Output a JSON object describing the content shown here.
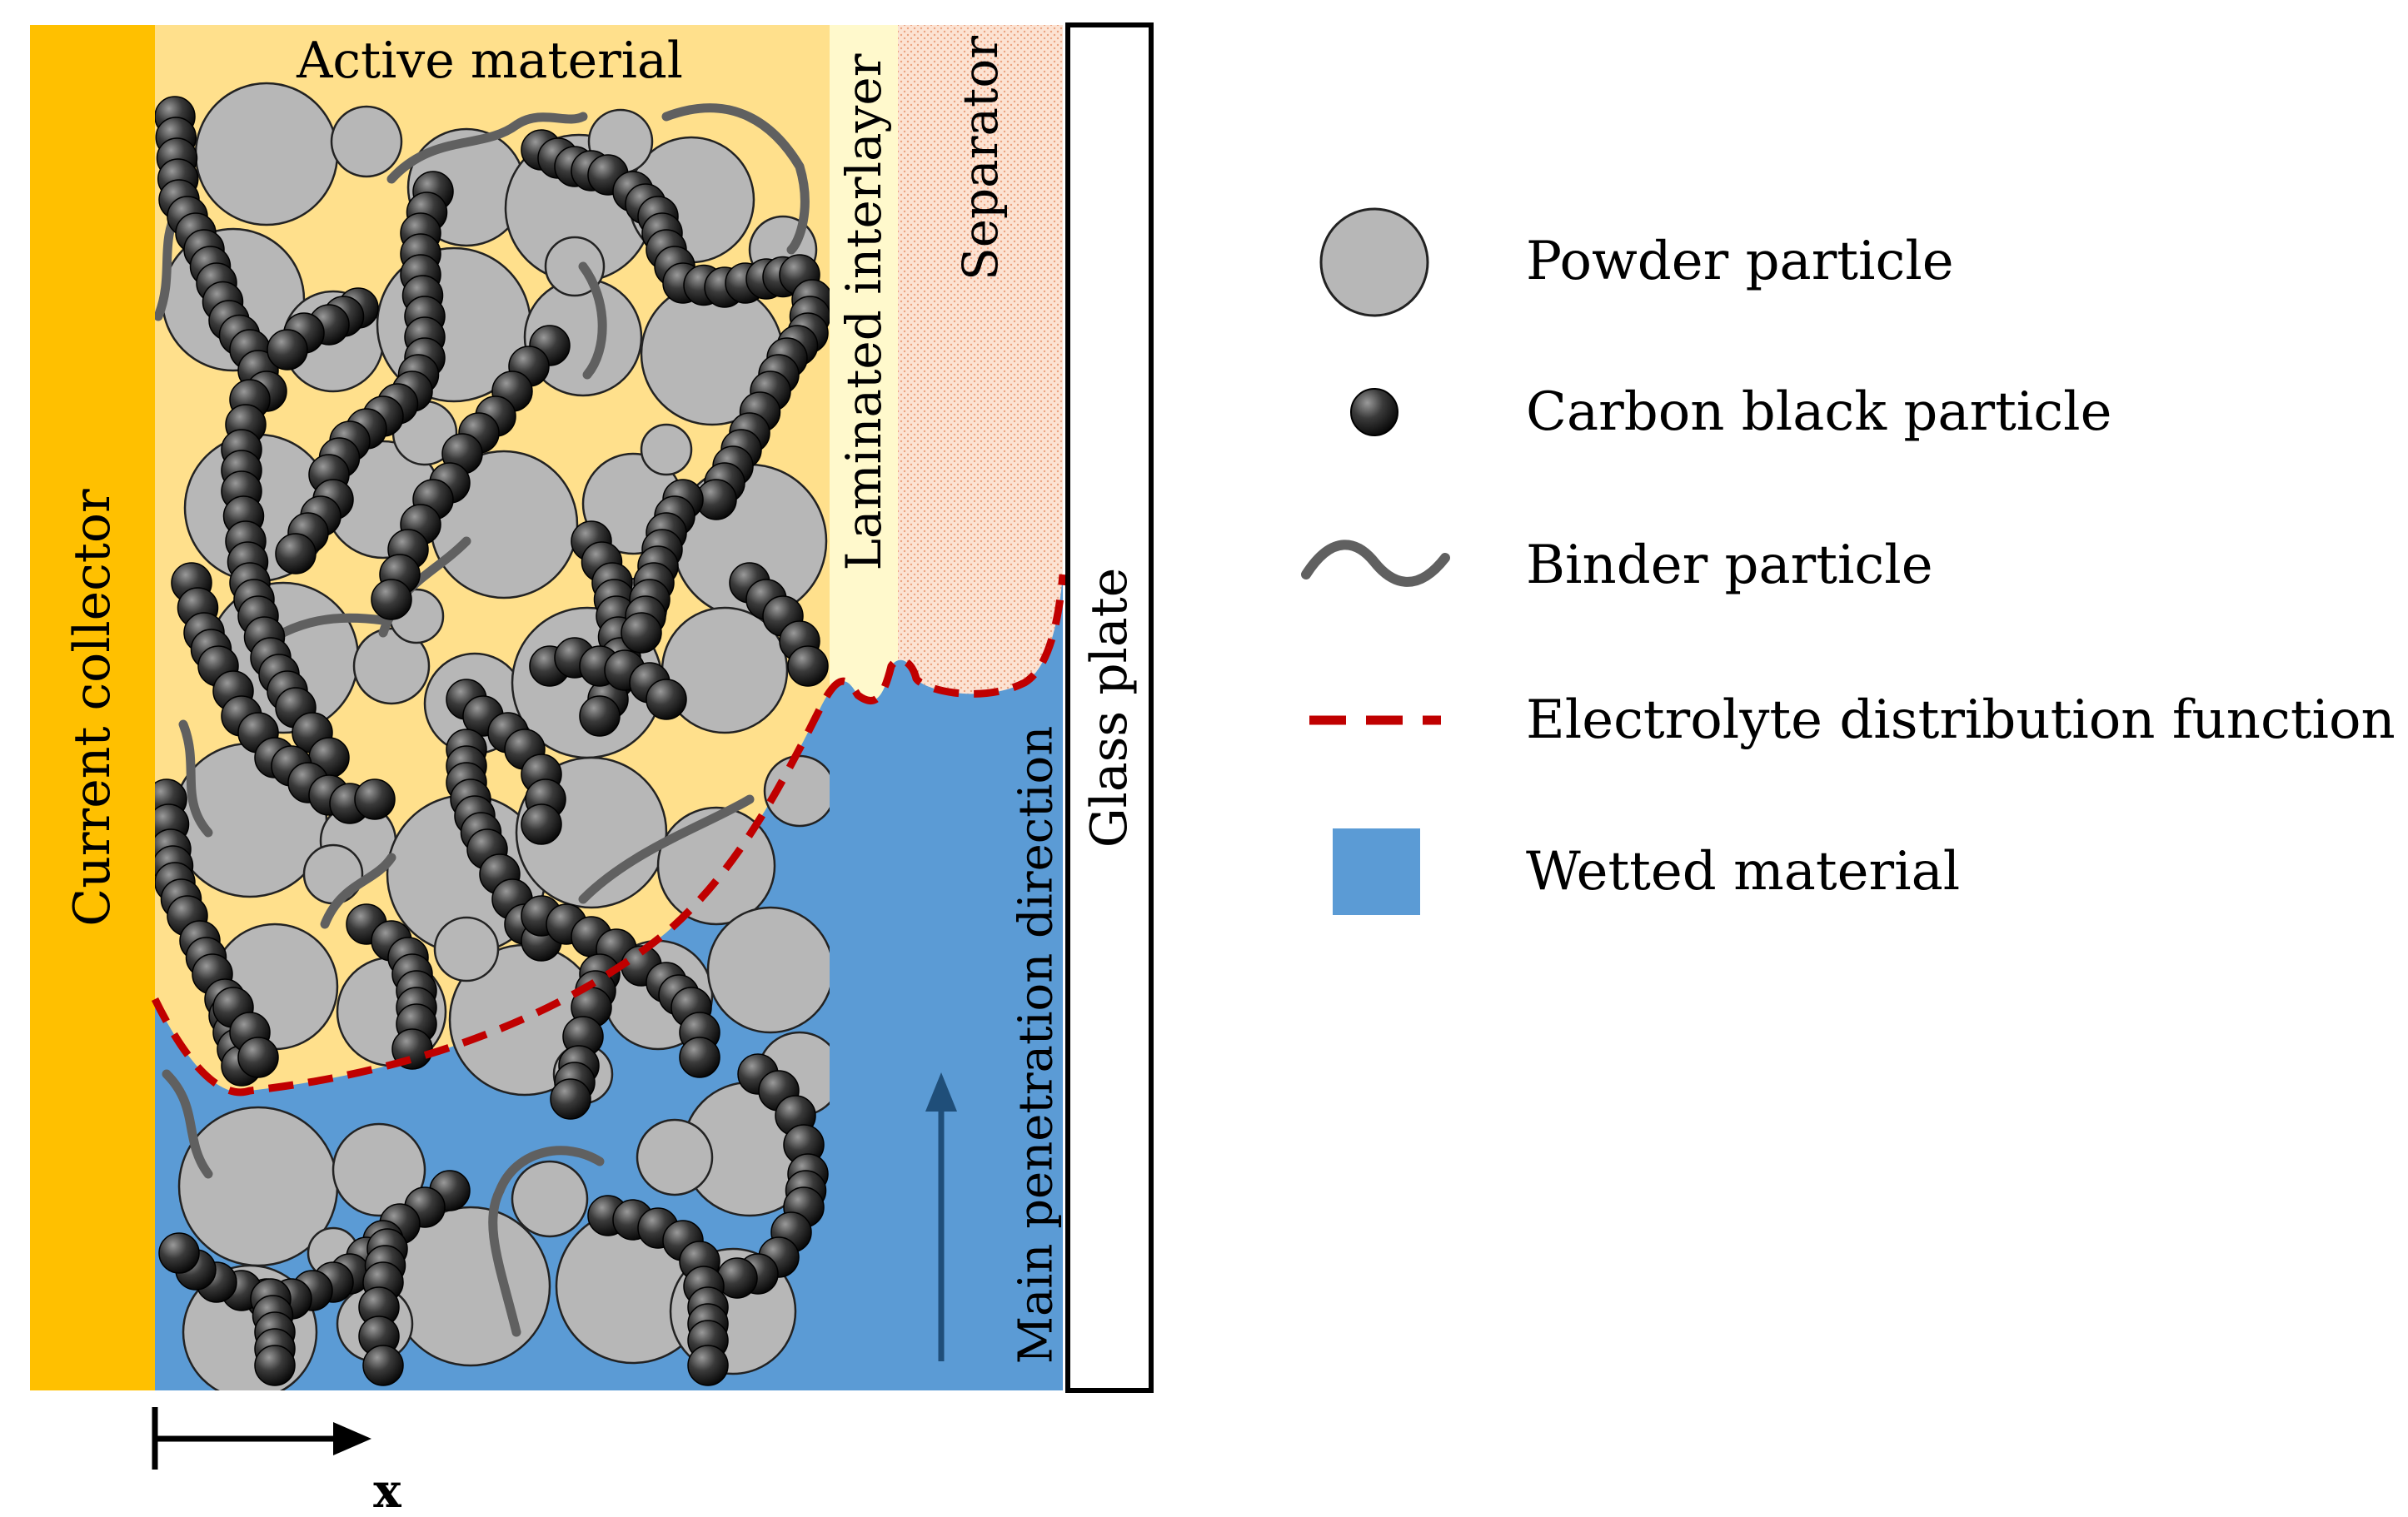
{
  "labels": {
    "current_collector": "Current collector",
    "active_material": "Active material",
    "laminated_interlayer": "Laminated interlayer",
    "separator": "Separator",
    "glass_plate": "Glass plate",
    "main_penetration": "Main penetration direction",
    "x_axis": "x"
  },
  "legend": [
    {
      "key": "powder",
      "label": "Powder particle"
    },
    {
      "key": "carbon",
      "label": "Carbon black particle"
    },
    {
      "key": "binder",
      "label": "Binder particle"
    },
    {
      "key": "electrolyte",
      "label": "Electrolyte distribution function"
    },
    {
      "key": "wetted",
      "label": "Wetted material"
    }
  ],
  "colors": {
    "current_collector": "#FFC000",
    "active_material": "#FFE08C",
    "interlayer": "#FFF9CC",
    "separator": "#FAD2BC",
    "wetted": "#5B9BD5",
    "powder": "#B7B7B7",
    "carbon": "#1a1a1a",
    "binder": "#606060",
    "electrolyte_line": "#C00000",
    "arrow": "#1F4E79"
  }
}
